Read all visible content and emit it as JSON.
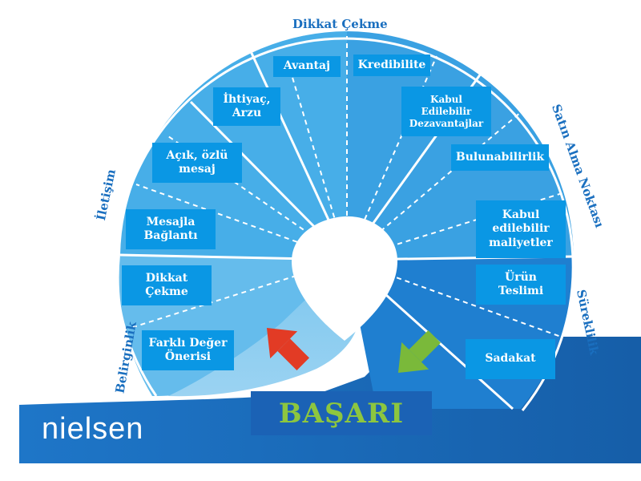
{
  "diagram": {
    "labels": {
      "avantaj": "Avantaj",
      "kredibilite": "Kredibilite",
      "ihtiyac_l1": "İhtiyaç,",
      "ihtiyac_l2": "Arzu",
      "kabul_dez_l1": "Kabul",
      "kabul_dez_l2": "Edilebilir",
      "kabul_dez_l3": "Dezavantajlar",
      "acik_l1": "Açık, özlü",
      "acik_l2": "mesaj",
      "bulunabilirlik": "Bulunabilirlik",
      "mesajla_l1": "Mesajla",
      "mesajla_l2": "Bağlantı",
      "kabul_mal_l1": "Kabul",
      "kabul_mal_l2": "edilebilir",
      "kabul_mal_l3": "maliyetler",
      "dikkat_l1": "Dikkat",
      "dikkat_l2": "Çekme",
      "urun_l1": "Ürün",
      "urun_l2": "Teslimi",
      "farkli_l1": "Farklı Değer",
      "farkli_l2": "Önerisi",
      "sadakat": "Sadakat"
    },
    "categories": {
      "top": "Dikkat Çekme",
      "left_top": "İletişim",
      "left_bottom": "Belirginlik",
      "right_top": "Satın Alma Noktası",
      "right_bottom": "Süreklilik"
    },
    "center_label": "BAŞARI",
    "brand": "nielsen",
    "colors": {
      "label_box": "#0a97e4",
      "category_text": "#1a6fbf",
      "center_box": "#1b62b5",
      "center_text": "#8dc63f",
      "arrow_red": "#e23b25",
      "arrow_green": "#7ab93a"
    }
  }
}
